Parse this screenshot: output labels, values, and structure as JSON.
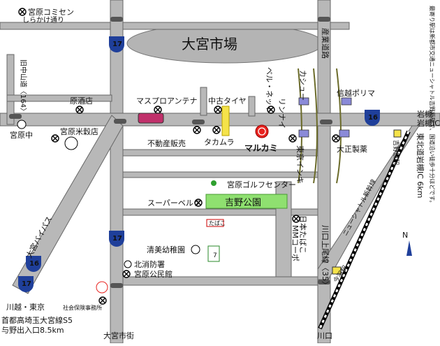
{
  "colors": {
    "road": "#b8b8b8",
    "road_edge": "#666666",
    "market": "#b4b4b4",
    "route_shield": "#1f3f9a",
    "park": "#8fe070",
    "marker": "#e8231f",
    "rail_green": "#6b6b2a"
  },
  "labels": {
    "market": "大宮市場",
    "community": "宮原コミセン",
    "shirakake": "しらかけ通り",
    "old_nakasendo": "旧中山道〈164〉",
    "harazaki": "原酒店",
    "mass_pro": "マスプロアンテナ",
    "used_tire": "中古タイヤ",
    "bell_net": "ベル・ネット",
    "rinnai": "リンナイ",
    "kashu": "カシュー",
    "sangyo": "産業道路",
    "shinetsu": "信越ポリマ",
    "iwatsuki_1": "岩槻",
    "iwatsuki_2": "岩槻IC",
    "tohoku": "東北道岩槻IC 6km",
    "yoshino_station": "吉野原駅",
    "miyahara_jhs": "宮原中",
    "miyahara_rice": "宮原米穀店",
    "fudosan": "不動産販売",
    "takamura": "タカムラ",
    "marukami": "マルカミ",
    "tokyo_inki": "東京インキ",
    "taisho": "大正製薬",
    "golf": "宮原ゴルフセンター",
    "super": "スーパーベルク",
    "park": "吉野公園",
    "nihon_tabako": "日本たばこ",
    "mm_copo": "MMコーポ",
    "tabako": "たばこ",
    "kiyomi": "清美幼稚園",
    "fire": "北消防署",
    "kominkan": "宮原公民館",
    "kawagoe": "川越・東京",
    "social": "社会保険事務所",
    "shuto_1": "首都高埼玉大宮線S5",
    "shuto_2": "与野出入口8.5km",
    "omiya_st": "大宮市街",
    "kawaguchi": "川口",
    "kawaguchi_road": "川口上尾線〈35〉",
    "imahane": "今羽駅",
    "new_shuttle": "ニューシャトル新幹線",
    "bypass": "大宮バイパス",
    "note": "最寄り駅は新都市交通ニューシャトル吉野原駅で、国道沿い徒歩十分ほどです。",
    "north": "N",
    "route_17a": "17",
    "route_17b": "17",
    "route_17c": "17",
    "route_16a": "16",
    "route_16b": "16",
    "seven": "7"
  }
}
